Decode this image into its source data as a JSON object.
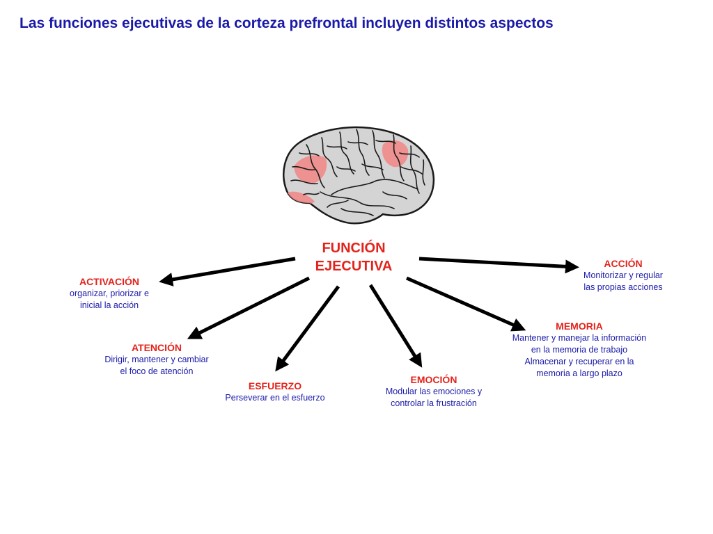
{
  "title": "Las funciones ejecutivas de la corteza prefrontal incluyen distintos aspectos",
  "center": {
    "line1": "FUNCIÓN",
    "line2": "EJECUTIVA"
  },
  "nodes": {
    "activacion": {
      "title": "ACTIVACIÓN",
      "lines": [
        "organizar, priorizar  e",
        "inicial la acción"
      ]
    },
    "atencion": {
      "title": "ATENCIÓN",
      "lines": [
        "Dirigir, mantener y cambiar",
        "el foco de atención"
      ]
    },
    "esfuerzo": {
      "title": "ESFUERZO",
      "lines": [
        "Perseverar en el esfuerzo"
      ]
    },
    "emocion": {
      "title": "EMOCIÓN",
      "lines": [
        "Modular las emociones y",
        "controlar la frustración"
      ]
    },
    "memoria": {
      "title": "MEMORIA",
      "lines": [
        "Mantener y manejar la información",
        "en la memoria de trabajo",
        "Almacenar y recuperar en la",
        "memoria a largo plazo"
      ]
    },
    "accion": {
      "title": "ACCIÓN",
      "lines": [
        "Monitorizar y regular",
        "las propias acciones"
      ]
    }
  },
  "colors": {
    "title": "#1a1aa8",
    "heading": "#e3231b",
    "text": "#1a1aa8",
    "arrow": "#000000",
    "brain_fill": "#d4d4d4",
    "brain_highlight": "#f08a8a"
  }
}
